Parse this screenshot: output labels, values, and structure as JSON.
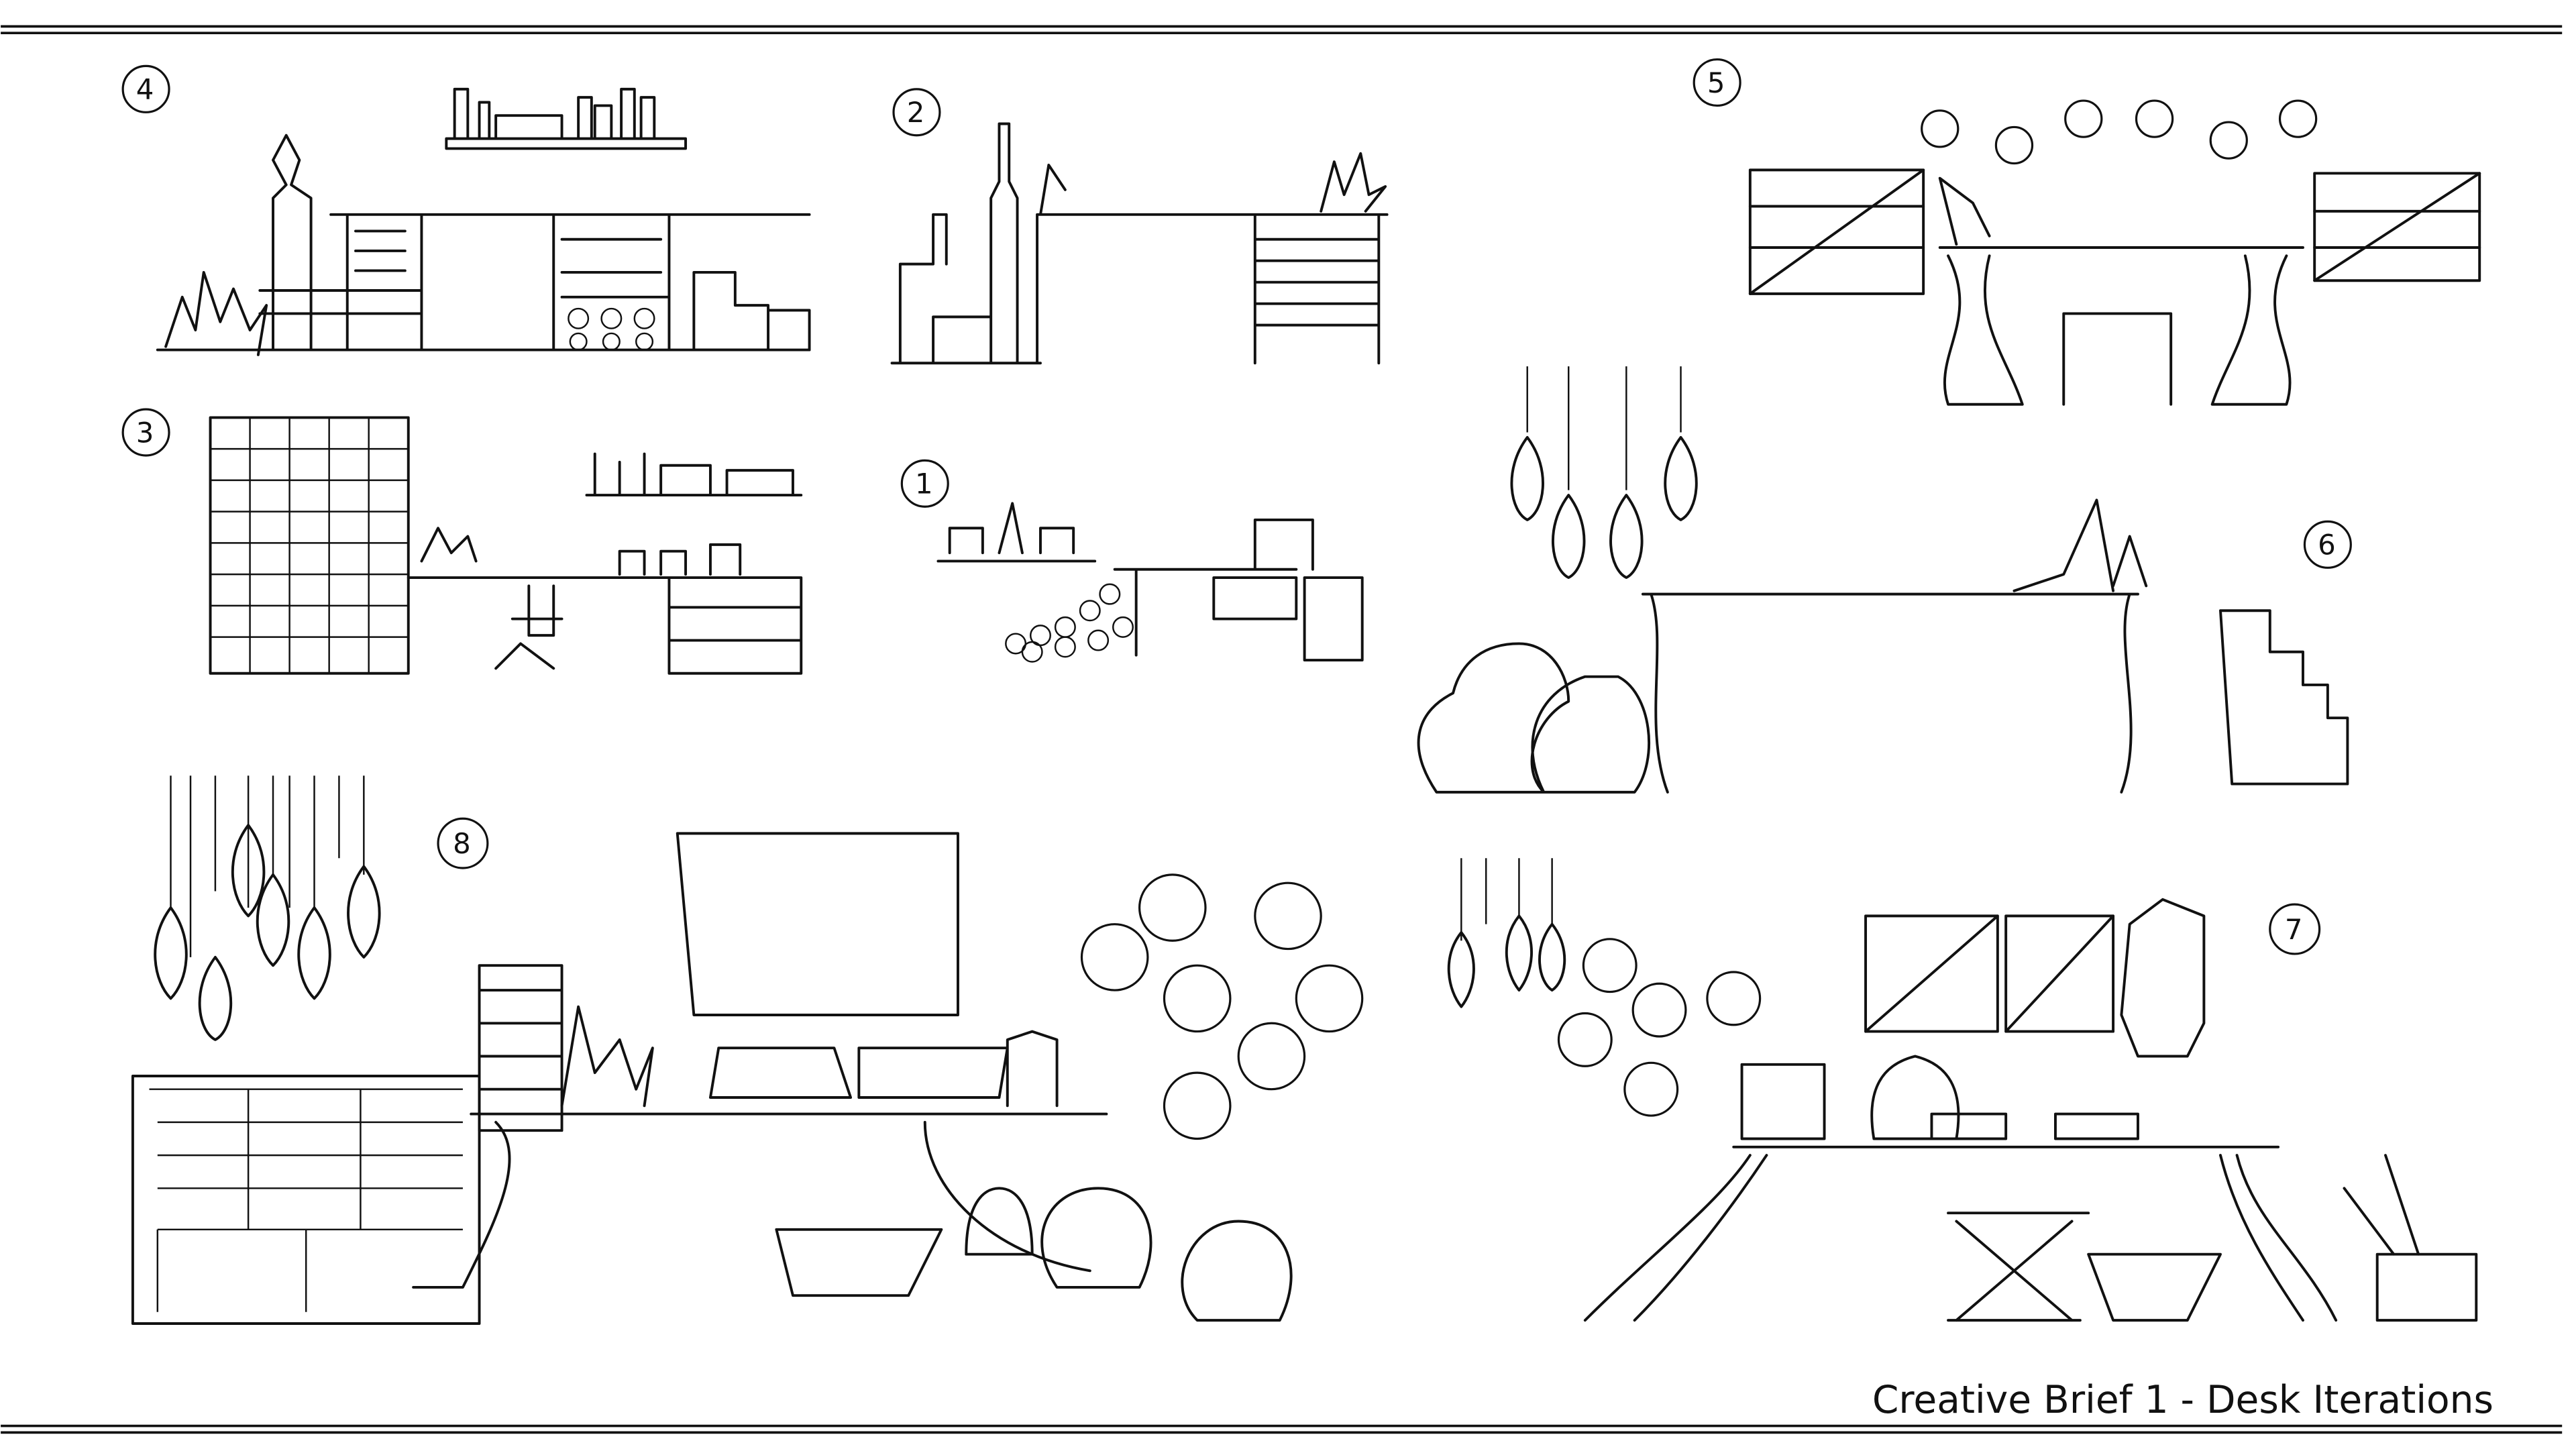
{
  "title": "Creative Brief 1 - Desk Iterations",
  "iterations": [
    {
      "label": "4"
    },
    {
      "label": "2"
    },
    {
      "label": "5"
    },
    {
      "label": "3"
    },
    {
      "label": "1"
    },
    {
      "label": "6"
    },
    {
      "label": "8"
    },
    {
      "label": "7"
    }
  ]
}
